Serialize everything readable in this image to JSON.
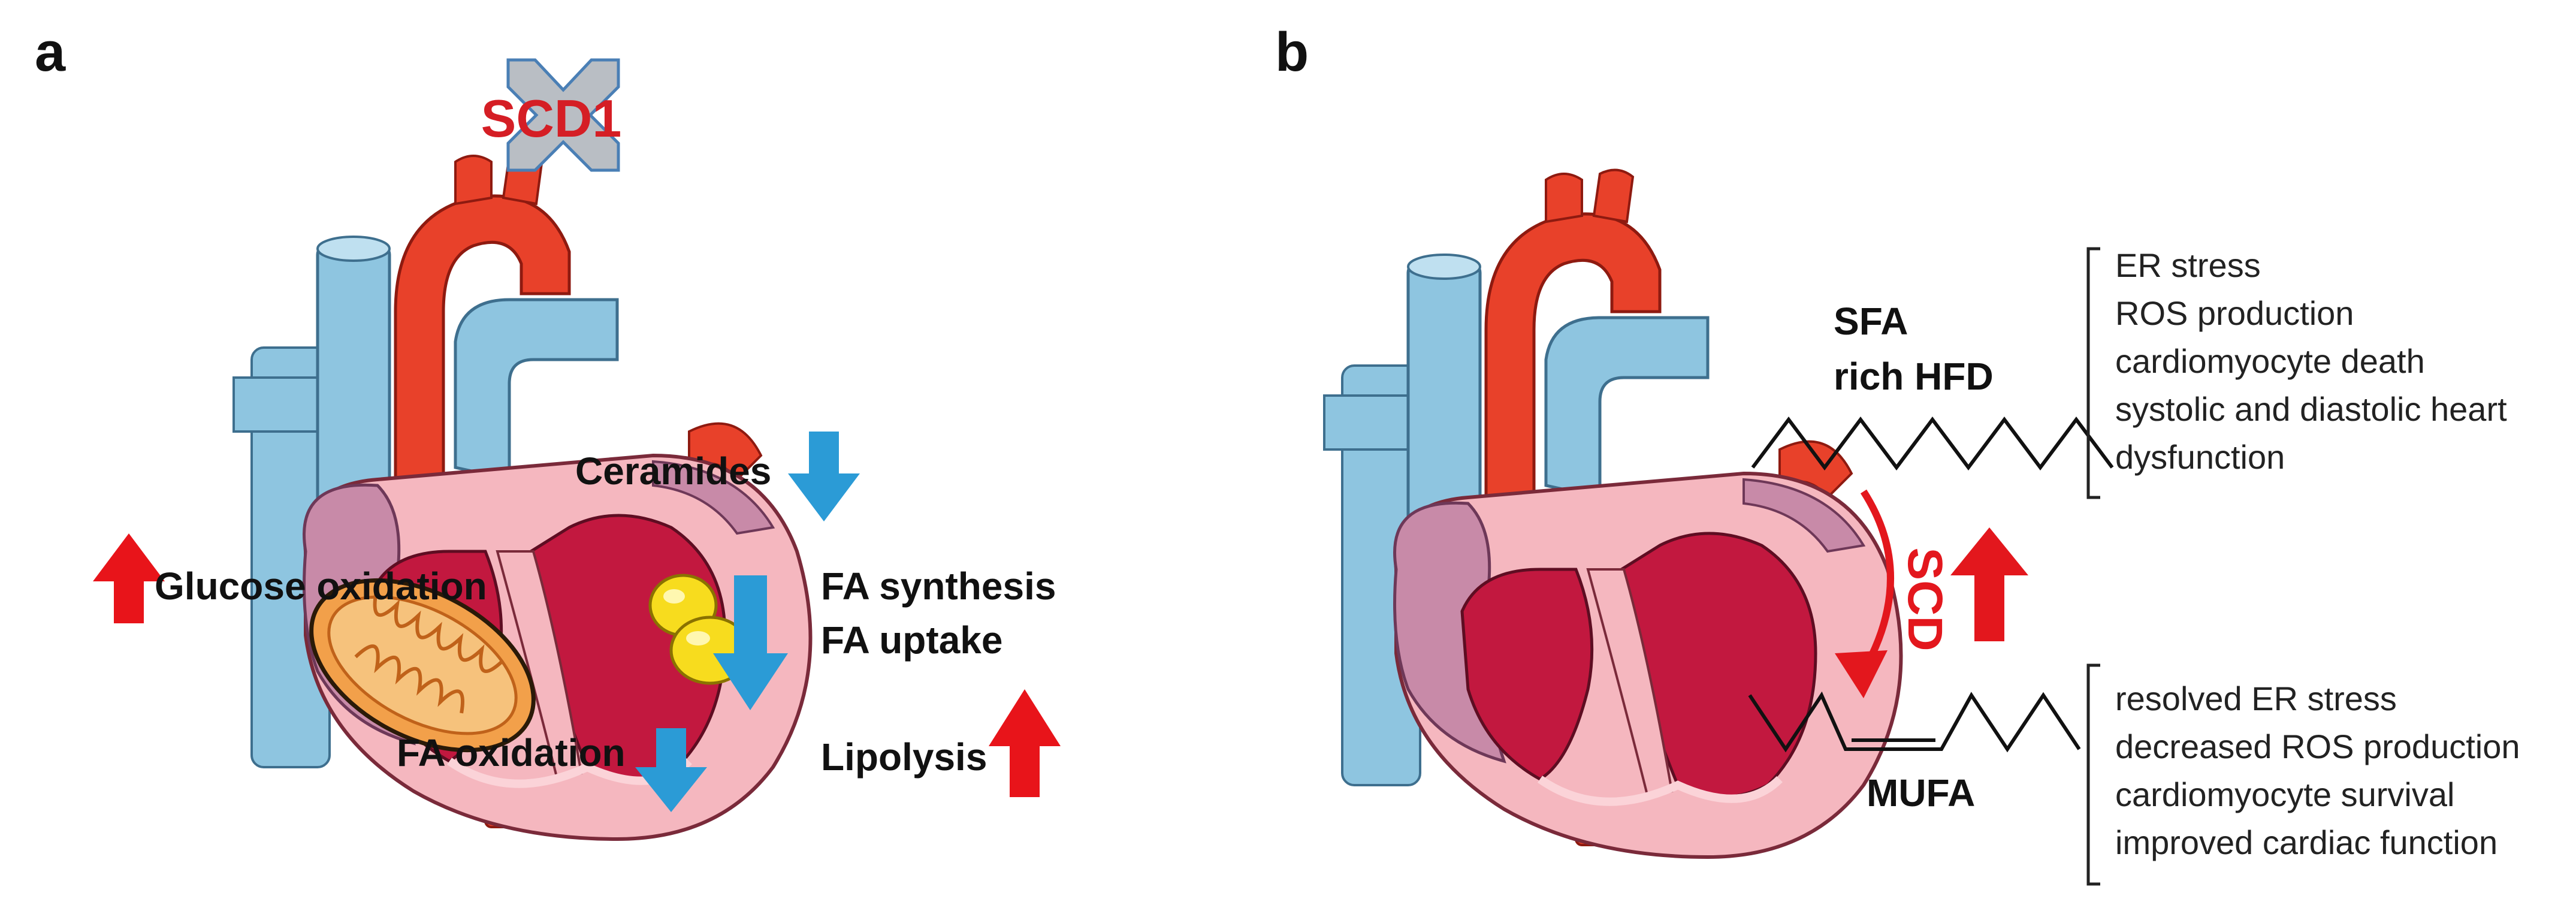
{
  "colors": {
    "aorta_red": "#e8412a",
    "vessel_blue": "#8ec5e0",
    "heart_pink": "#f5b7bf",
    "heart_purple": "#c88aa8",
    "chamber_red": "#c2183f",
    "mito_orange": "#f2a04a",
    "lipid_yellow": "#f7dc1e",
    "arrow_up_red": "#e8141a",
    "arrow_down_blue": "#2b9bd6",
    "scd_red": "#e3171d",
    "cross_gray": "#b9bec4",
    "cross_border": "#4a7fb5"
  },
  "panel_a": {
    "letter": "a",
    "knockout_gene": "SCD1",
    "knockout_mark_icon": "cross-icon",
    "labels": {
      "ceramides": "Ceramides",
      "glucose_oxidation": "Glucose oxidation",
      "fa_synthesis": "FA synthesis",
      "fa_uptake": "FA uptake",
      "fa_oxidation": "FA oxidation",
      "lipolysis": "Lipolysis"
    },
    "changes": {
      "ceramides": "down",
      "glucose_oxidation": "up",
      "fa_synthesis_uptake": "down",
      "fa_oxidation": "down",
      "lipolysis": "up"
    }
  },
  "panel_b": {
    "letter": "b",
    "sfa_line1": "SFA",
    "sfa_line2": "rich HFD",
    "enzyme": "SCD",
    "product": "MUFA",
    "enzyme_change": "up",
    "sfa_effects": [
      "ER stress",
      "ROS production",
      "cardiomyocyte death",
      "systolic and diastolic heart",
      "dysfunction"
    ],
    "mufa_effects": [
      "resolved ER stress",
      "decreased ROS production",
      "cardiomyocyte survival",
      "improved cardiac function"
    ]
  }
}
